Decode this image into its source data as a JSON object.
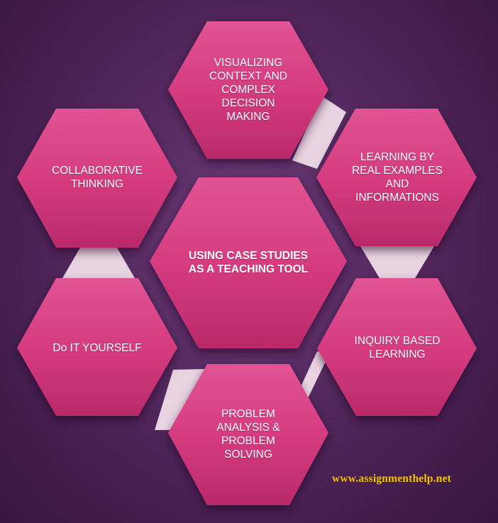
{
  "diagram": {
    "center": {
      "label": "USING CASE STUDIES\nAS A TEACHING TOOL"
    },
    "items": [
      {
        "id": "visualizing",
        "label": "VISUALIZING\nCONTEXT AND\nCOMPLEX\nDECISION\nMAKING"
      },
      {
        "id": "learning-real-examples",
        "label": "LEARNING BY\nREAL EXAMPLES\nAND\nINFORMATIONS"
      },
      {
        "id": "inquiry",
        "label": "INQUIRY BASED\nLEARNING"
      },
      {
        "id": "problem-analysis",
        "label": "PROBLEM\nANALYSIS &\nPROBLEM\nSOLVING"
      },
      {
        "id": "do-it-yourself",
        "label": "Do IT YOURSELF"
      },
      {
        "id": "collaborative",
        "label": "COLLABORATIVE\nTHINKING"
      }
    ]
  },
  "watermark": "www.assignmenthelp.net",
  "colors": {
    "background": "#4e2458",
    "hex_fill": "#d43a7e",
    "hex_light": "#df5a93",
    "connector": "#e8d3e0",
    "text": "#ffffff",
    "watermark": "#f2c200"
  }
}
